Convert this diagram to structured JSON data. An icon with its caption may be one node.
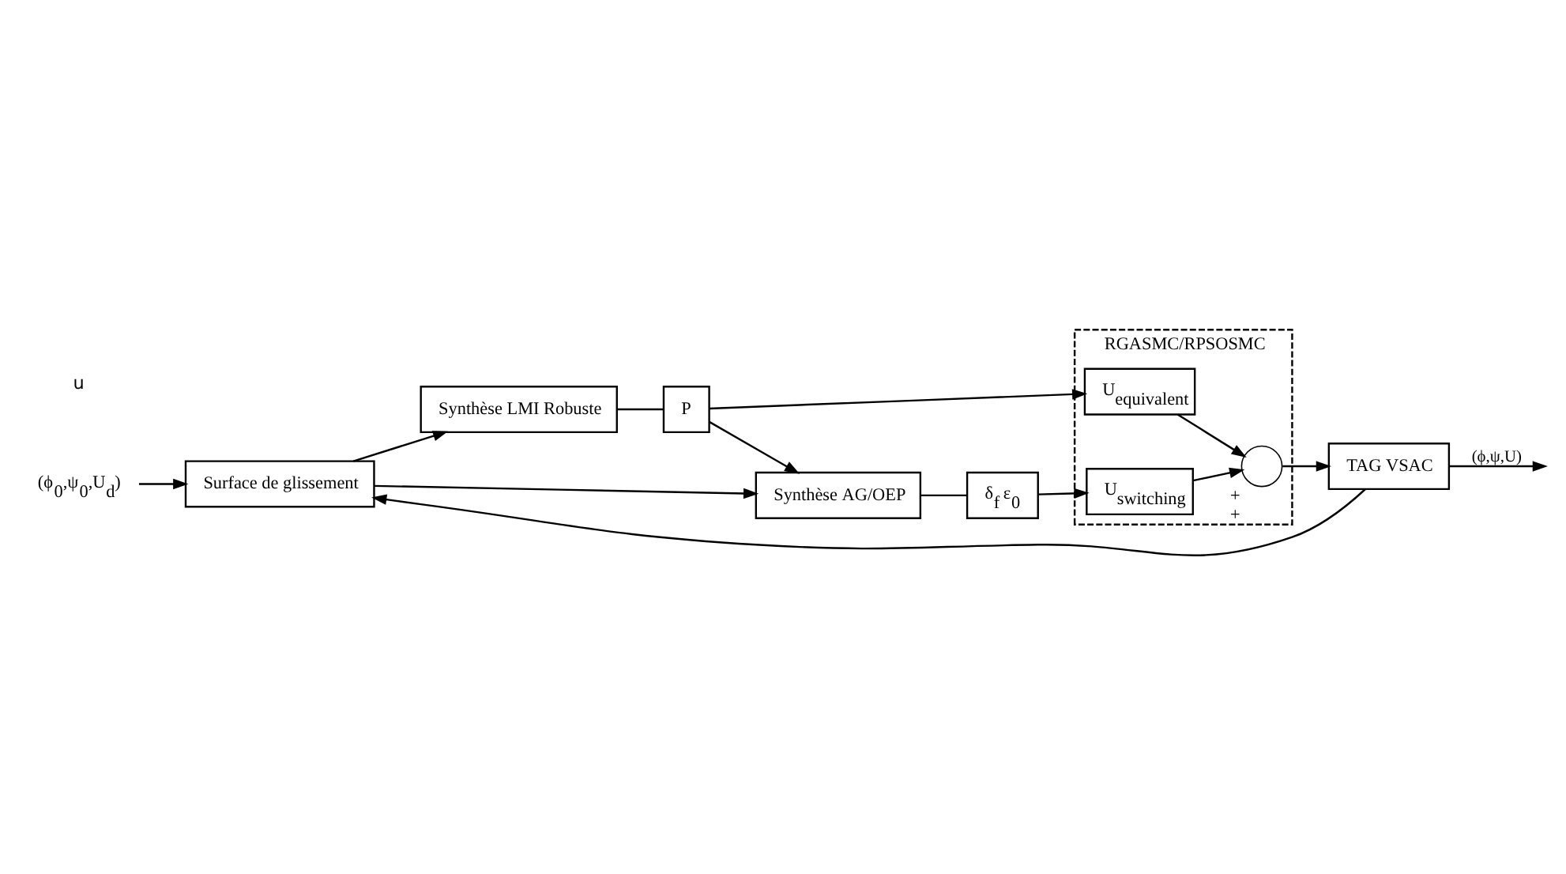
{
  "diagram": {
    "nodes": [
      {
        "text": [
          "(ϕ$_{0}$,ψ$_{0}$,U$_{d}$)"
        ]
      },
      {
        "text": [
          "Synthèse LMI Robuste"
        ]
      },
      {
        "text": [
          "Surface de glissement"
        ]
      },
      {
        "text": [
          "P"
        ]
      },
      {
        "text": [
          "RGASMC/RPSOSMC"
        ]
      },
      {
        "text": [
          "U$_{equivalent}$"
        ],
        "in": 4
      },
      {
        "text": [],
        "shape": "circle",
        "in": 4,
        "beside": [
          "+",
          "+"
        ]
      },
      {
        "text": [
          "U$_{switching}$"
        ],
        "in": 4
      },
      {
        "text": [
          "TAG VSAC"
        ]
      },
      {
        "text": [
          "Synthèse AG/OEP"
        ]
      },
      {
        "text": [
          "δ$_{f}$ ε$_{0}$"
        ]
      }
    ],
    "edges": [
      {
        "from": 0,
        "to": 2,
        "arrow": "to"
      },
      {
        "from": 2,
        "to": 1,
        "arrow": "to"
      },
      {
        "from": 1,
        "to": 3,
        "arrow": "none"
      },
      {
        "from": 3,
        "to": 5,
        "arrow": "to"
      },
      {
        "from": 3,
        "to": 9,
        "arrow": "to"
      },
      {
        "from": 2,
        "to": 9,
        "arrow": "to"
      },
      {
        "from": 9,
        "to": 10,
        "arrow": "none"
      },
      {
        "from": 10,
        "to": 7,
        "arrow": "to"
      },
      {
        "from": 5,
        "to": 6,
        "arrow": "to"
      },
      {
        "from": 7,
        "to": 6,
        "arrow": "to"
      },
      {
        "from": 6,
        "to": 8,
        "arrow": "to"
      },
      {
        "from": 8,
        "to": null,
        "arrow": "to",
        "label": "(ϕ,ψ,U)"
      },
      {
        "from": 8,
        "to": 2,
        "arrow": "to"
      }
    ],
    "labels": [
      "u"
    ]
  }
}
